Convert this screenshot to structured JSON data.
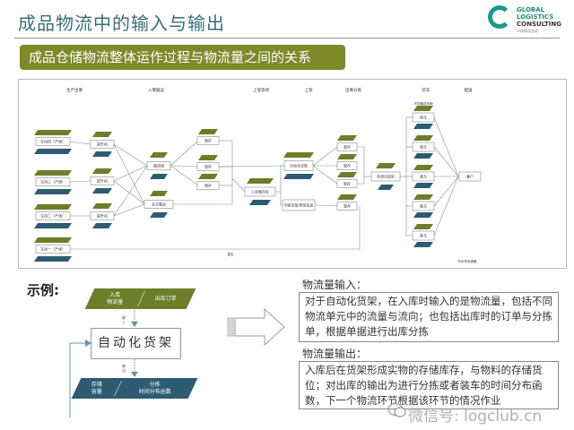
{
  "header": {
    "title": "成品物流中的输入与输出",
    "logo": {
      "line1": "GLOBAL",
      "line2": "LOGISTICS",
      "line3": "CONSULTING",
      "sub": "环球物流咨询"
    }
  },
  "banner": "成品仓储物流整体运作过程与物流量之间的关系",
  "diagram": {
    "stages": [
      "生产出库",
      "入库搬运",
      "上架等待",
      "上架",
      "出库分拣",
      "装车",
      "配送"
    ],
    "workshops": [
      "车间四（产线）",
      "车间三（产线）",
      "车间二（产线）",
      "车间一（产线）"
    ],
    "lift": "提升机",
    "conveyor": "输送线",
    "forklift": "叉车搬运",
    "buffer": "暂存",
    "inbound_area": "入库缓存区",
    "auto_rack": "自动化货架",
    "flat_rack": "平面货架/堆垛货区",
    "merge_area": "合流出库区",
    "loading": "装车",
    "customer": "客户",
    "top_note": "不同输送车辆",
    "bottom_note": "叫车车序调度",
    "bottom_line_label": "直出",
    "colors": {
      "green": "#6d7d2a",
      "blue": "#2d5c72",
      "line": "#7a8fa0"
    }
  },
  "example": {
    "label": "示例:",
    "input_para": [
      "入库\n物流量",
      "出库订单"
    ],
    "input_arrow_label": "输入",
    "box": "自动化货架",
    "output_arrow_label": "输出",
    "output_para": [
      "存储\n容量",
      "分拣\n时间分布函数"
    ]
  },
  "right": {
    "input_heading": "物流量输入：",
    "input_text": "对于自动化货架，在入库时输入的是物流量，包括不同物流单元中的流量与流向；也包括出库时的订单与分拣单，根据单据进行出库分拣",
    "output_heading": "物流量输出：",
    "output_text": "入库后在货架形成实物的存储库存，与物料的存储货位；对出库的输出为进行分拣或者装车的时间分布函数，下一个物流环节根据该环节的情况作业"
  },
  "watermark": "微信号: logclub.cn"
}
